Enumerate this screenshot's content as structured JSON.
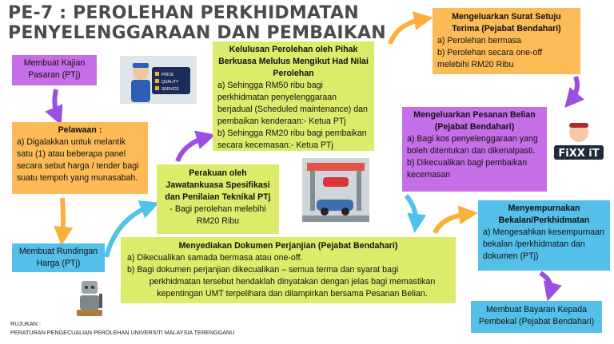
{
  "title_line1": "PE-7 : PEROLEHAN PERKHIDMATAN",
  "title_line2": "PENYELENGGARAAN DAN PEMBAIKAN",
  "kajian": "Membuat Kajian Pasaran (PTj)",
  "pelawaan": {
    "heading": "Pelawaan :",
    "body": "a) Digalakkan untuk melantik satu (1) atau beberapa panel secara sebut harga / tender bagi suatu tempoh yang munasabah."
  },
  "rundingan": "Membuat Rundingan Harga (PTj)",
  "perakuan": {
    "heading": "Perakuan oleh Jawatankuasa Spesifikasi dan Penilaian Teknikal PTj",
    "body": "- Bagi perolehan melebihi RM20 Ribu"
  },
  "kelulusan": {
    "heading": "Kelulusan Perolehan oleh Pihak Berkuasa Melulus Mengikut Had Nilai Perolehan",
    "a": "a) Sehingga RM50 ribu bagi perkhidmatan penyelenggaraan berjadual (Scheduled maintenance) dan pembaikan kenderaan:- Ketua PTj",
    "b": "b) Sehingga RM20 ribu bagi pembaikan secara kecemasan:- Ketua PTj"
  },
  "dokumen": {
    "heading": "Menyediakan Dokumen Perjanjian (Pejabat Bendahari)",
    "a": "a) Dikecualikan samada bermasa atau one-off.",
    "b": "b) Bagi dokumen perjanjian dikecualikan – semua terma dan syarat bagi",
    "b2": "perkhidmatan tersebut hendaklah dinyatakan dengan jelas bagi memastikan",
    "b3": "kepentingan UMT terpelihara dan dilampirkan bersama Pesanan Belian."
  },
  "surat": {
    "heading": "Mengeluarkan Surat Setuju Terima (Pejabat Bendahari)",
    "a": "a) Perolehan bermasa",
    "b": "b) Perolehan secara one-off melebihi RM20 Ribu"
  },
  "pesanan": {
    "heading": "Mengeluarkan Pesanan Belian (Pejabat Bendahari)",
    "a": "a) Bagi kos penyelenggaraan yang boleh ditentukan dan dikenalpasti.",
    "b": "b) Dikecualikan bagi pembaikan kecemasan"
  },
  "sempurna": {
    "heading": "Menyempurnakan Bekalan/Perkhidmatan",
    "body": "a) Mengesahkan kesempurnaan bekalan /perkhidmatan dan dokumen (PTj)"
  },
  "bayaran": "Membuat Bayaran Kepada Pembekal (Pejabat Bendahari)",
  "rujukan_label": "RUJUKAN :",
  "rujukan_text": "PERATURAN PENGECUALIAN PEROLEHAN UNIVERSITI MALAYSIA TERENGGANU",
  "logo_fix": "FiXX iT",
  "badge_lines": [
    "PRICE",
    "QUALITY",
    "SERVICE"
  ],
  "colors": {
    "purple": "#c66de8",
    "orange": "#fdbb57",
    "green": "#dcec6a",
    "blue": "#54c0ea",
    "arrow_orange": "#fbb03b",
    "arrow_purple": "#9b4fe0",
    "arrow_blue": "#4fc3ea",
    "title": "#4b4b4b"
  }
}
